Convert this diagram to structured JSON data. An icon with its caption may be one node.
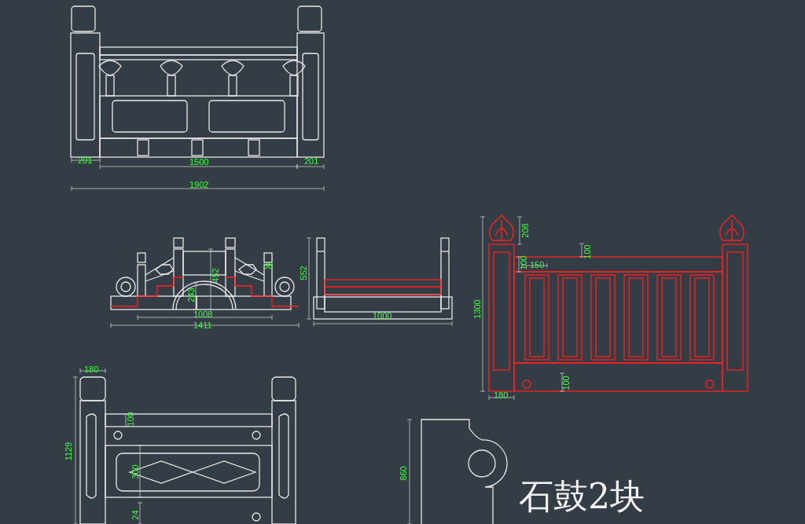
{
  "diagram": {
    "labels": [
      "201",
      "1500",
      "201",
      "1902",
      "452",
      "38",
      "243",
      "1008",
      "1411",
      "552",
      "1000",
      "208",
      "100",
      "100",
      "150",
      "1300",
      "100",
      "180",
      "180",
      "1129",
      "100",
      "300",
      "24",
      "860",
      "石鼓2块"
    ]
  }
}
